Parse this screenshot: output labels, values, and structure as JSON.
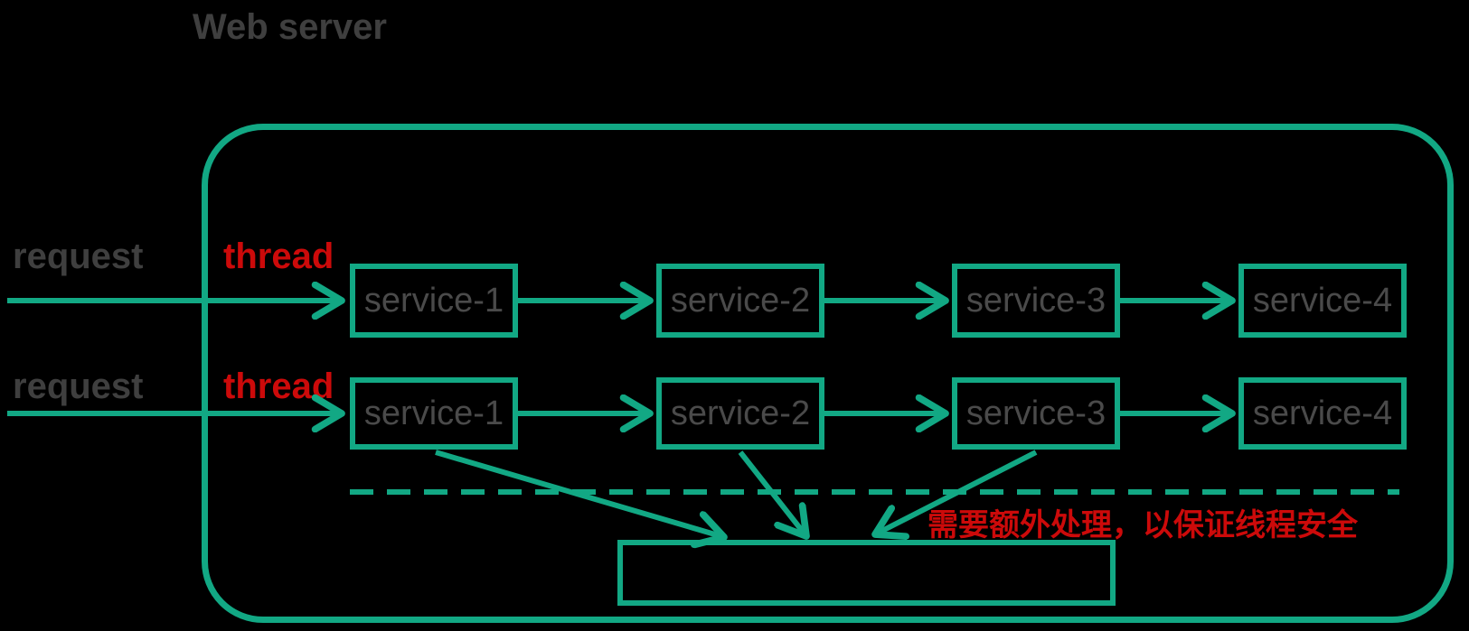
{
  "title": "Web server",
  "rows": [
    {
      "request_label": "request",
      "thread_label": "thread",
      "services": [
        "service-1",
        "service-2",
        "service-3",
        "service-4"
      ]
    },
    {
      "request_label": "request",
      "thread_label": "thread",
      "services": [
        "service-1",
        "service-2",
        "service-3",
        "service-4"
      ]
    }
  ],
  "warning_text": "需要额外处理，以保证线程安全",
  "colors": {
    "accent_teal": "#12a884",
    "label_gray": "#3f3f3f",
    "service_text_gray": "#4a4a4a",
    "warning_red": "#cc0a0a",
    "background": "#000000"
  }
}
